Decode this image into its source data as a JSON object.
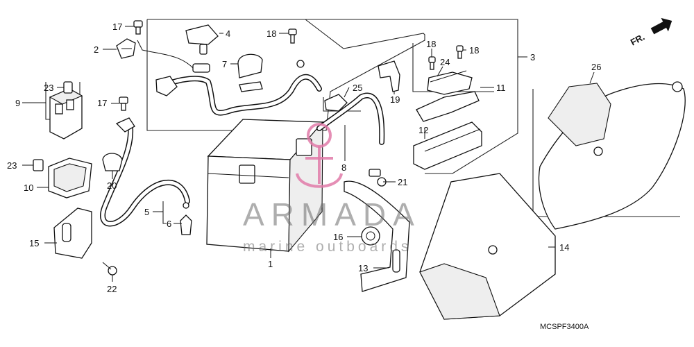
{
  "diagram": {
    "code": "MCSPF3400A",
    "direction_label": "FR.",
    "callouts": {
      "c1": "1",
      "c2": "2",
      "c3": "3",
      "c4": "4",
      "c5": "5",
      "c6": "6",
      "c7": "7",
      "c8": "8",
      "c9": "9",
      "c10": "10",
      "c11": "11",
      "c12": "12",
      "c13": "13",
      "c14": "14",
      "c15": "15",
      "c16": "16",
      "c17a": "17",
      "c17b": "17",
      "c18a": "18",
      "c18b": "18",
      "c18c": "18",
      "c19": "19",
      "c20": "20",
      "c21": "21",
      "c22": "22",
      "c23a": "23",
      "c23b": "23",
      "c24": "24",
      "c25": "25",
      "c26": "26"
    }
  },
  "watermark": {
    "brand": "ARMADA",
    "tagline": "marine outboards",
    "accent_color": "#e07aa8"
  }
}
